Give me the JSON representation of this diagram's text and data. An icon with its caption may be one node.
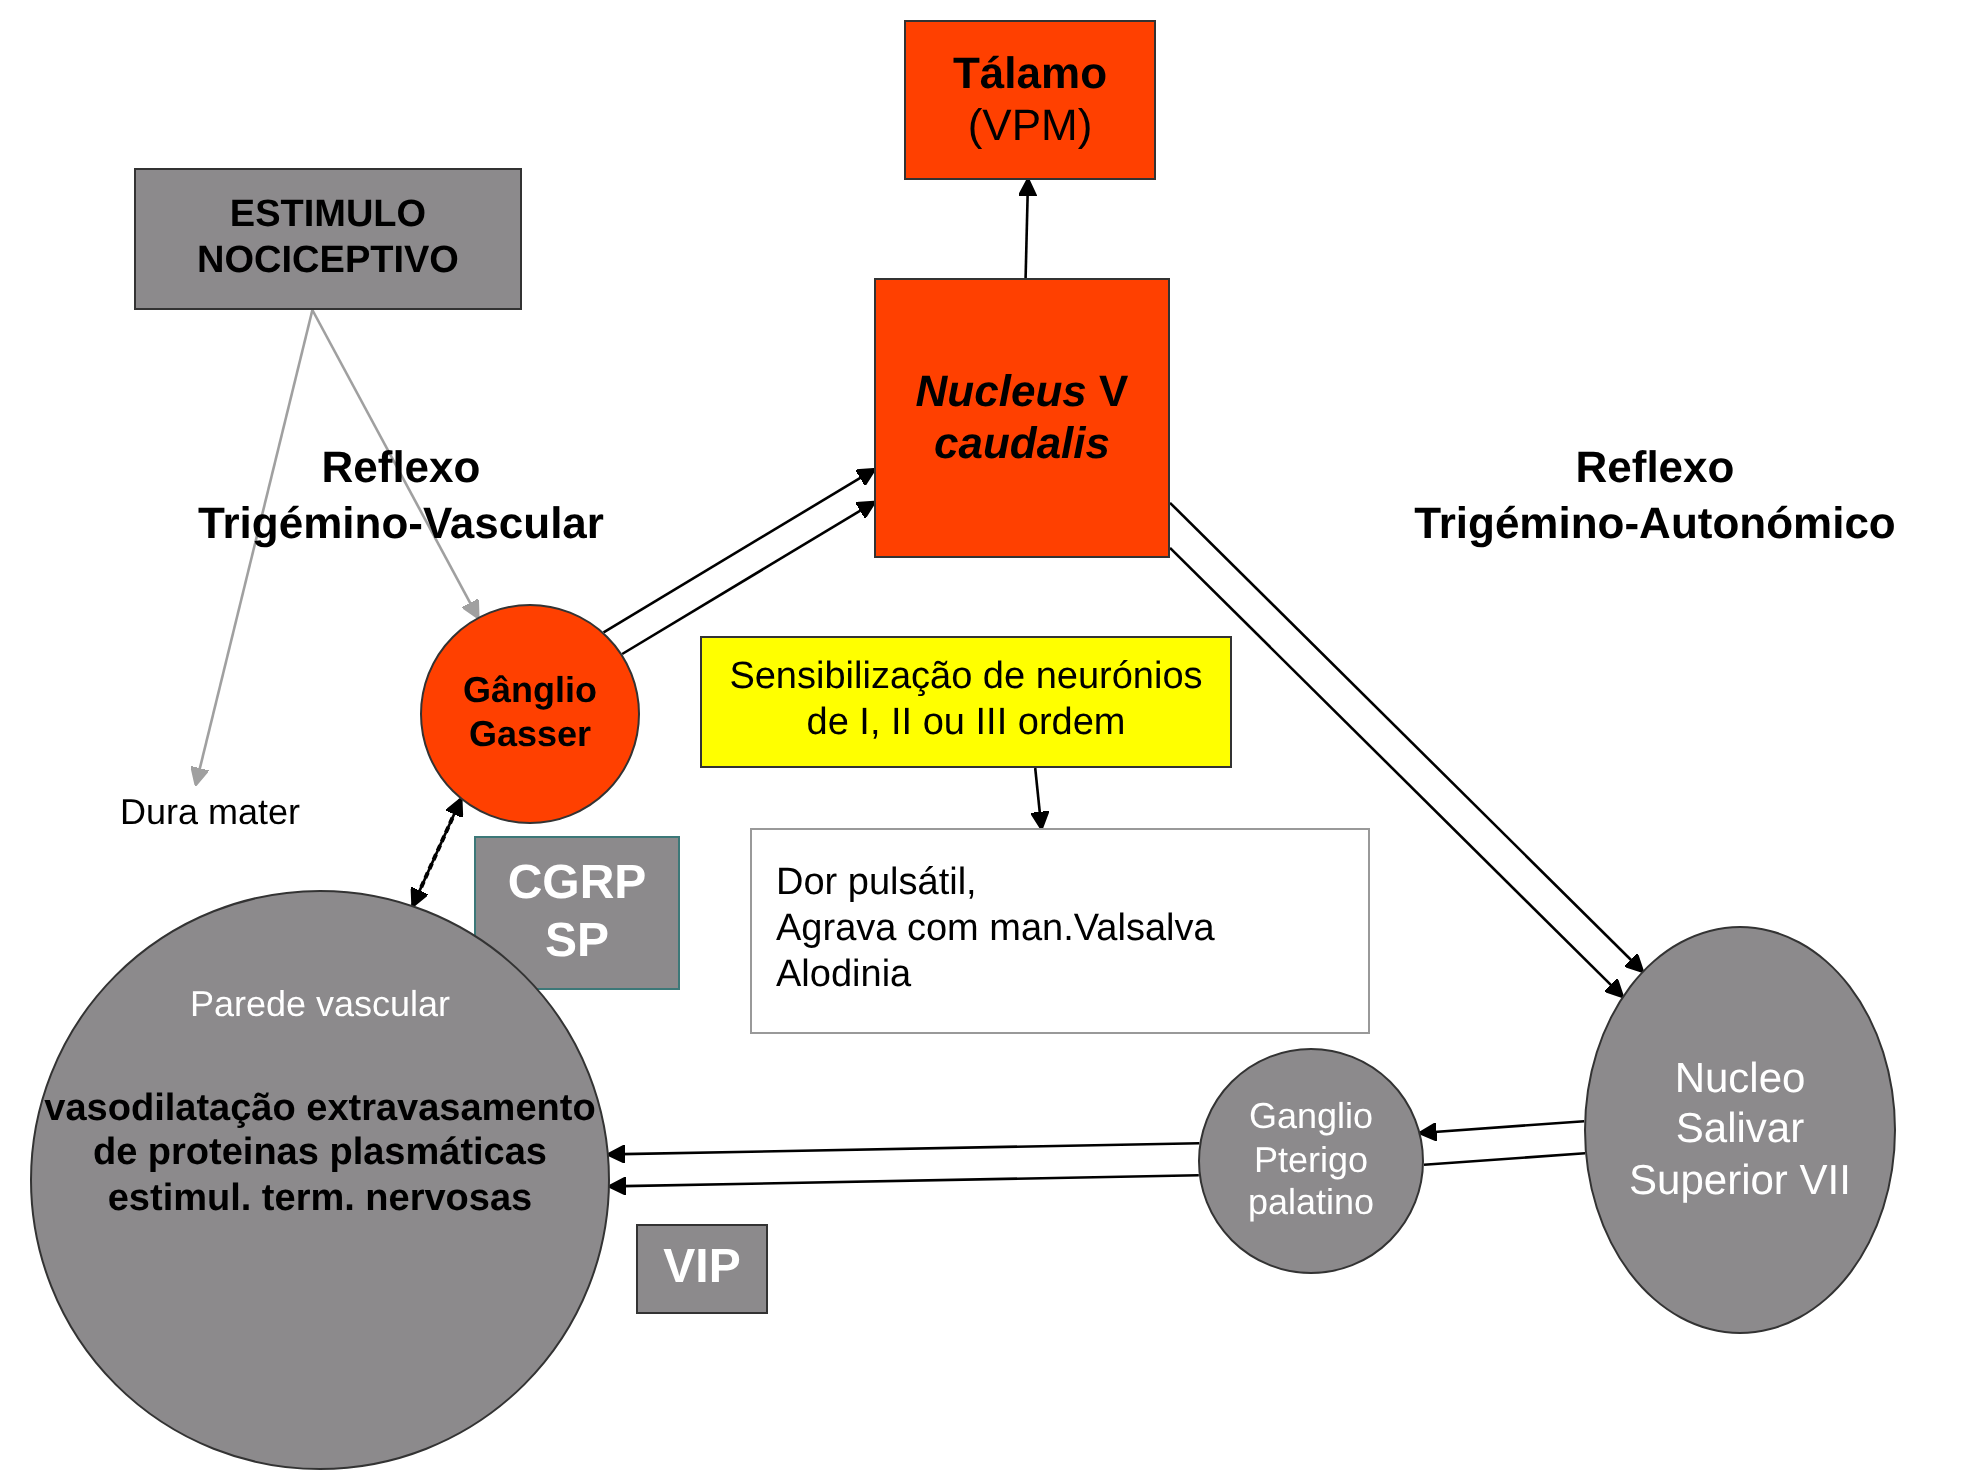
{
  "diagram": {
    "nodes": [
      {
        "text": [
          "Tálamo",
          "(VPM)"
        ]
      },
      {
        "text": [
          "ESTIMULO NOCICEPTIVO"
        ]
      },
      {
        "text": [
          "*Nucleus* V *caudalis*"
        ]
      },
      {
        "text": [
          "Gânglio Gasser"
        ]
      },
      {
        "text": [
          "Sensibilização de neurónios de I, II ou III ordem"
        ]
      },
      {
        "text": [
          "Dura mater"
        ]
      },
      {
        "text": [
          "CGRP SP"
        ]
      },
      {
        "text": [
          "Dor pulsátil,",
          "Agrava com man.Valsalva",
          "Alodinia"
        ]
      },
      {
        "text": [
          "Parede vascular",
          "vasodilatação extravasamento de proteinas plasmáticas estimul. term. nervosas"
        ]
      },
      {
        "text": [
          "Nucleo Salivar Superior VII"
        ]
      },
      {
        "text": [
          "Ganglio Pterigo palatino"
        ]
      },
      {
        "text": [
          "VIP"
        ]
      }
    ],
    "edges": [
      {
        "from": 2,
        "to": 0,
        "arrow": "to"
      },
      {
        "from": 1,
        "to": 5,
        "arrow": "to",
        "color": "#a0a0a0"
      },
      {
        "from": 1,
        "to": 3,
        "arrow": "to",
        "color": "#a0a0a0"
      },
      {
        "from": 3,
        "to": 2,
        "arrow": "to"
      },
      {
        "from": 3,
        "to": 2,
        "arrow": "to"
      },
      {
        "from": 4,
        "to": 7,
        "arrow": "to"
      },
      {
        "from": 2,
        "to": 9,
        "arrow": "to"
      },
      {
        "from": 2,
        "to": 9,
        "arrow": "to"
      },
      {
        "from": 8,
        "to": 3,
        "arrow": "to",
        "style": "dashed"
      },
      {
        "from": 3,
        "to": 8,
        "arrow": "to"
      },
      {
        "from": 9,
        "to": 10,
        "arrow": "none"
      },
      {
        "from": 9,
        "to": 10,
        "arrow": "to"
      },
      {
        "from": 10,
        "to": 8,
        "arrow": "to"
      },
      {
        "from": 10,
        "to": 8,
        "arrow": "to"
      }
    ],
    "labels": [
      "Reflexo Trigémino-Vascular",
      "Reflexo Trigémino-Autonómico"
    ]
  }
}
